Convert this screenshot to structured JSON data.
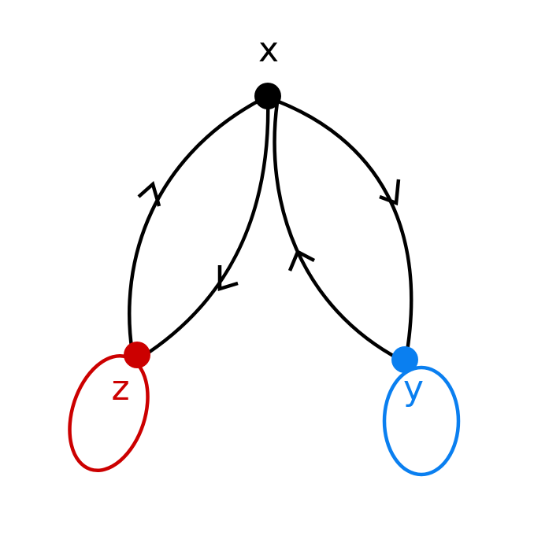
{
  "nodes": [
    {
      "id": "x",
      "label": "x",
      "color": "#000000"
    },
    {
      "id": "z",
      "label": "z",
      "color": "#cc0000"
    },
    {
      "id": "y",
      "label": "y",
      "color": "#0a7ff0"
    }
  ],
  "edges": [
    {
      "from": "z",
      "to": "x"
    },
    {
      "from": "x",
      "to": "z"
    },
    {
      "from": "x",
      "to": "y"
    },
    {
      "from": "y",
      "to": "x"
    },
    {
      "from": "z",
      "to": "z"
    },
    {
      "from": "y",
      "to": "y"
    }
  ]
}
